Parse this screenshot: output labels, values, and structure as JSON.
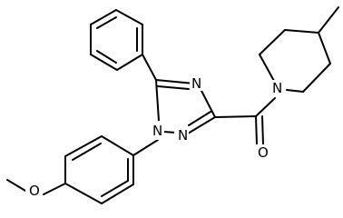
{
  "structure": {
    "atom_labels": {
      "n_triazole_top": "N",
      "n_triazole_n1": "N",
      "n_triazole_n2": "N",
      "n_piperidine": "N",
      "o_carbonyl": "O",
      "o_methoxy": "O"
    }
  }
}
